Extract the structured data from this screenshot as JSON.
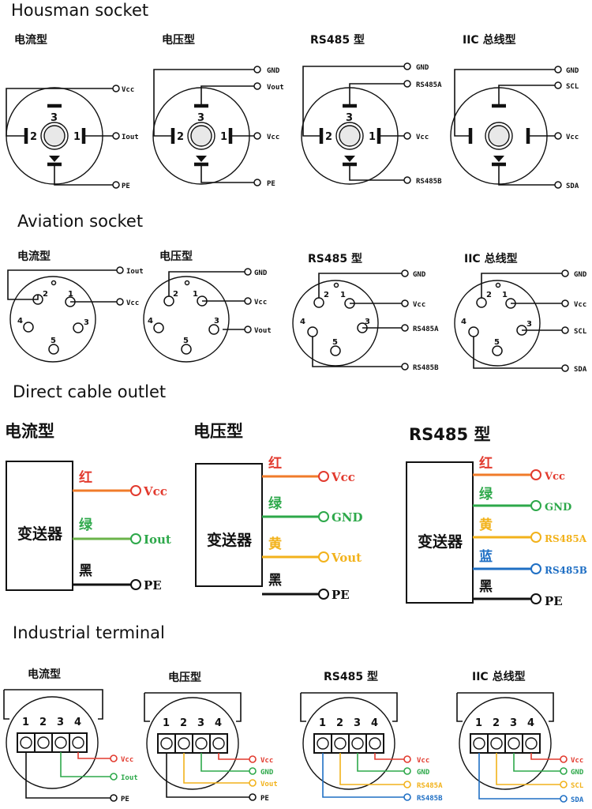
{
  "sections": {
    "housman": "Housman socket",
    "aviation": "Aviation socket",
    "direct": "Direct cable outlet",
    "industrial": "Industrial terminal"
  },
  "types": {
    "current": "电流型",
    "voltage": "电压型",
    "rs485": "RS485 型",
    "iic": "IIC 总线型"
  },
  "signals": {
    "vcc": "Vcc",
    "iout": "Iout",
    "vout": "Vout",
    "pe": "PE",
    "gnd": "GND",
    "rs485a": "RS485A",
    "rs485b": "RS485B",
    "scl": "SCL",
    "sda": "SDA"
  },
  "pin_numbers": [
    "1",
    "2",
    "3",
    "4",
    "5"
  ],
  "wire_colors": {
    "red": "红",
    "green": "绿",
    "black": "黑",
    "yellow": "黄",
    "blue": "蓝"
  },
  "transmitter": "变送器",
  "colors": {
    "red": "#e23a2e",
    "orange": "#f07b2a",
    "green": "#2da84a",
    "yellow": "#f2b21b",
    "blue": "#1f6fc4",
    "black": "#111111"
  }
}
